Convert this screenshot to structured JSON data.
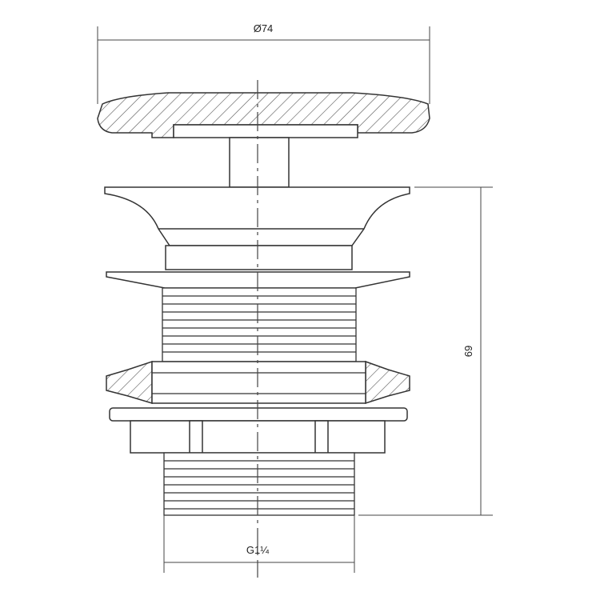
{
  "drawing": {
    "dimensions": {
      "diameter": "Ø74",
      "height": "69",
      "thread": "G1¼"
    },
    "colors": {
      "line": "#333333",
      "hatch": "#555555",
      "background": "#ffffff"
    }
  }
}
